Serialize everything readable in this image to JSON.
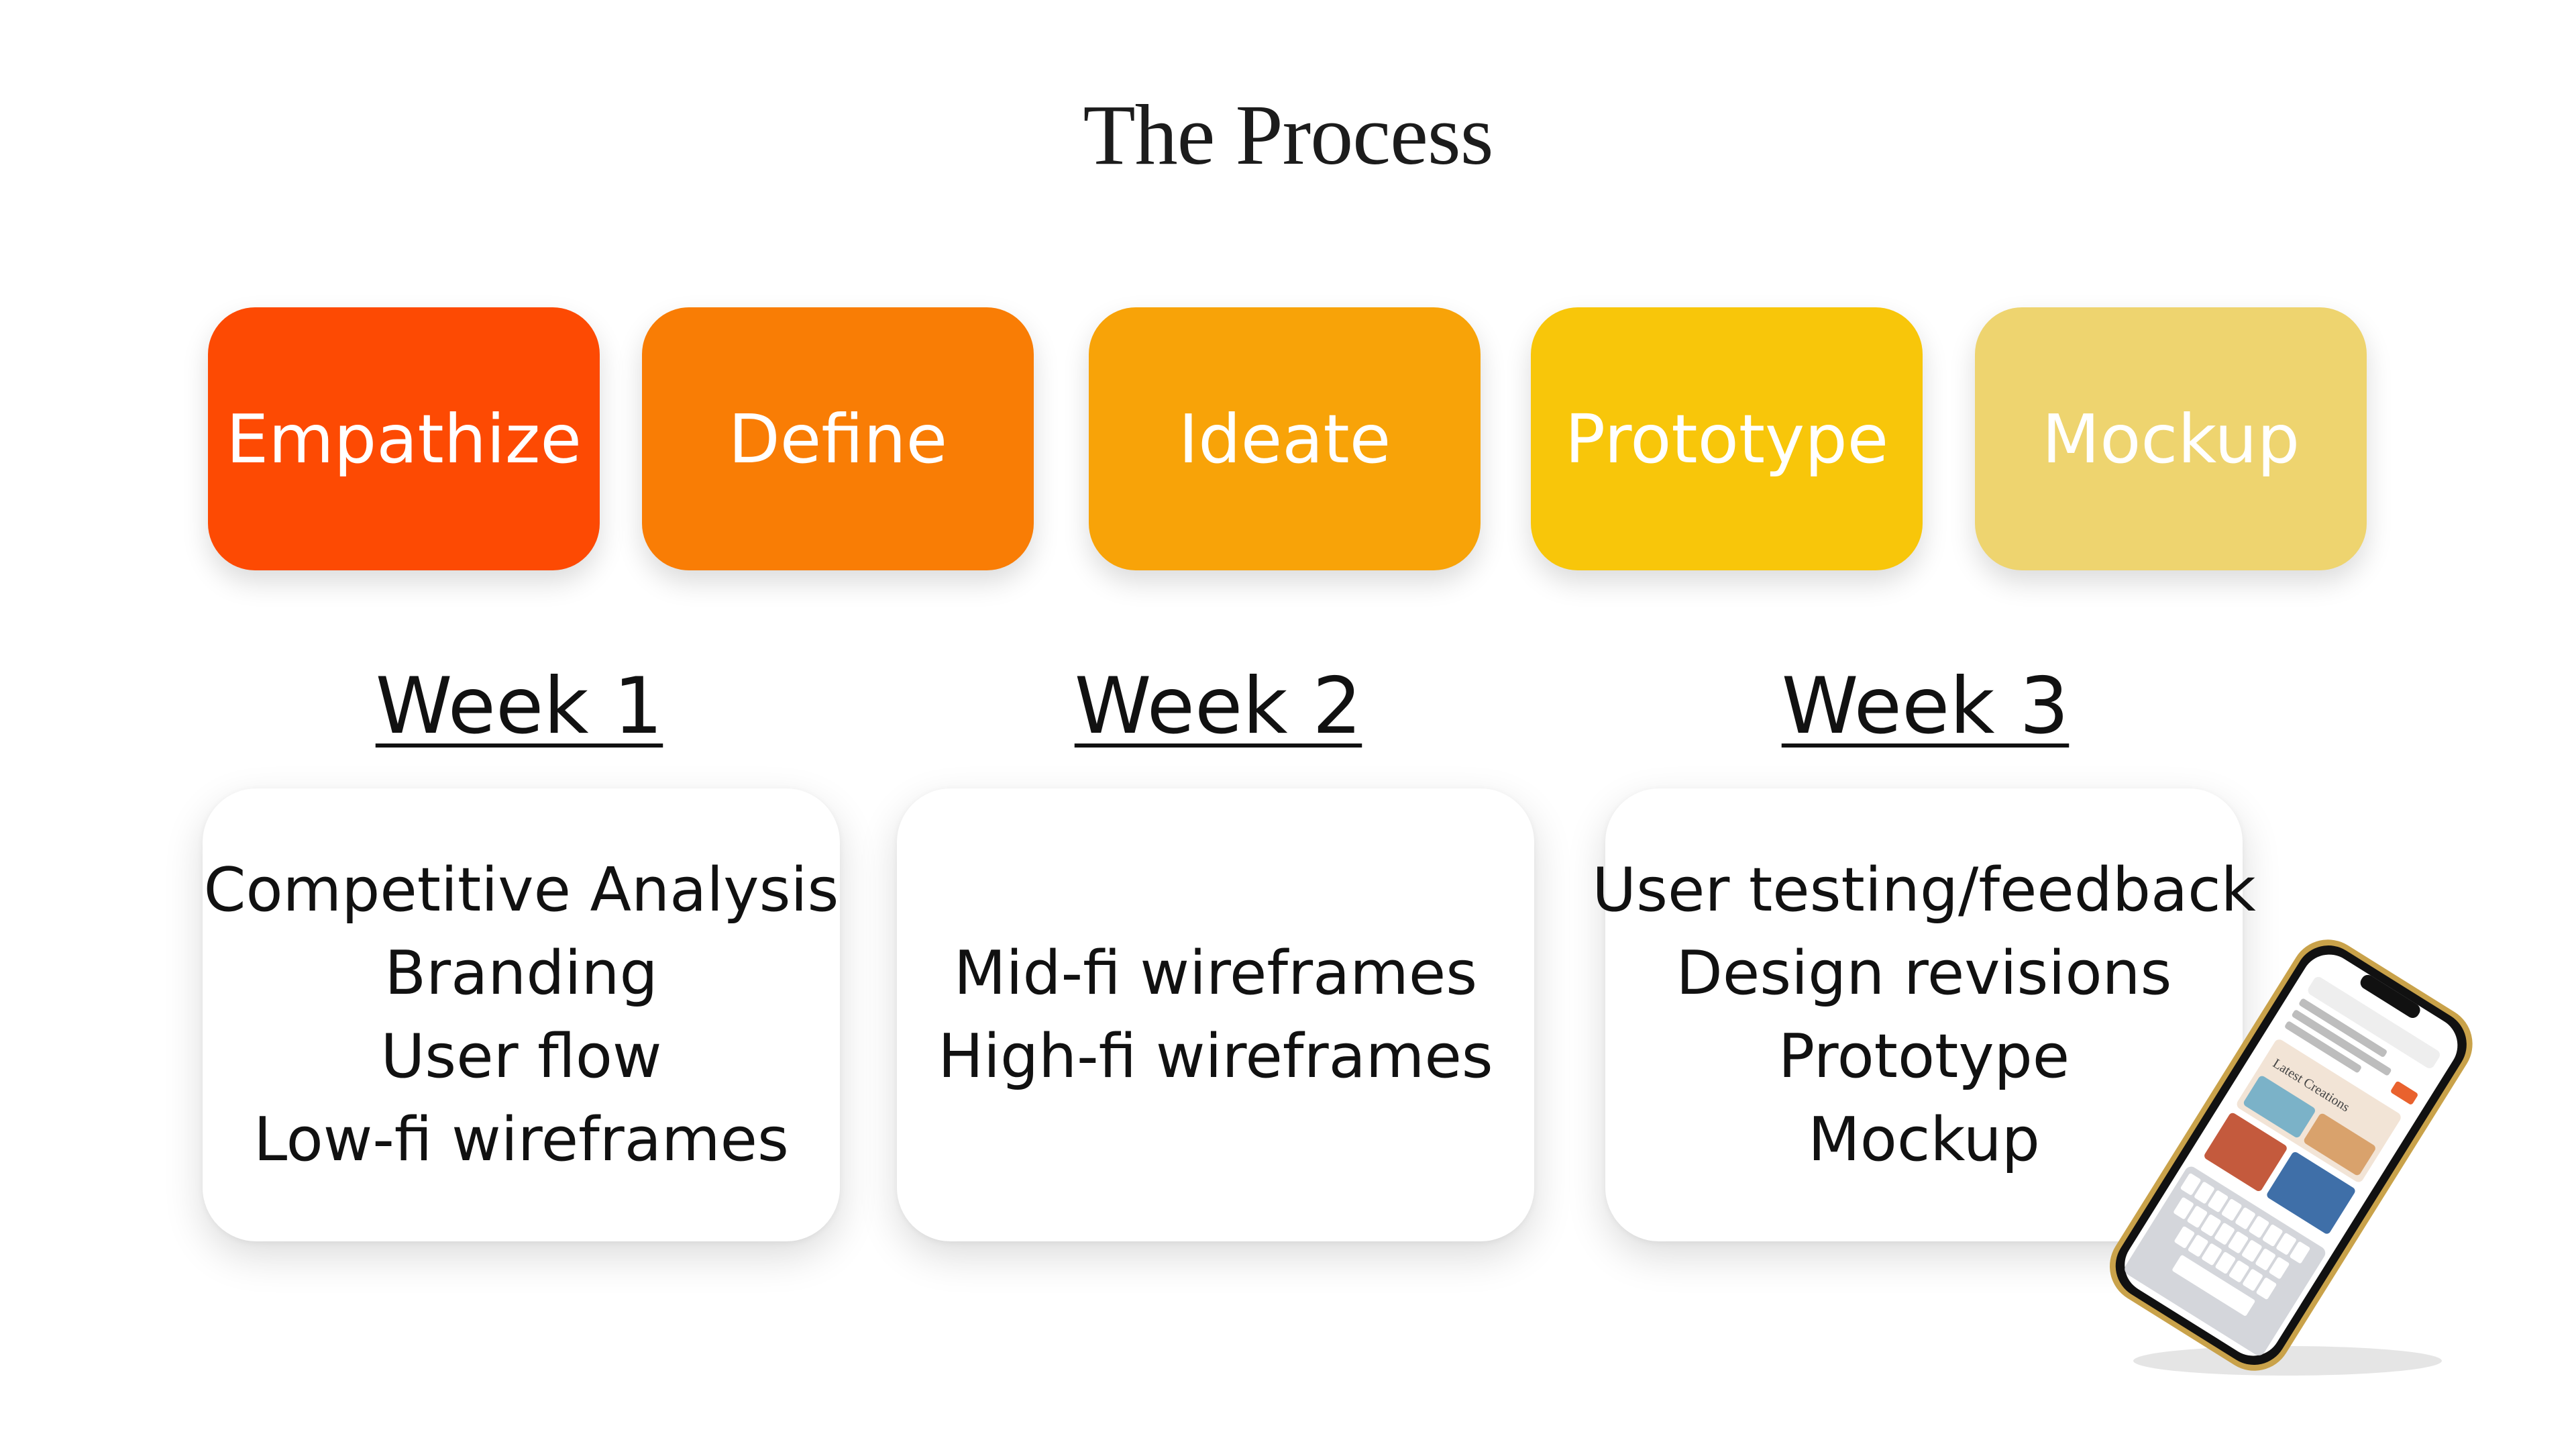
{
  "title": "The Process",
  "stages": [
    {
      "label": "Empathize",
      "color": "#FD4A03"
    },
    {
      "label": "Define",
      "color": "#F97D05"
    },
    {
      "label": "Ideate",
      "color": "#F8A308"
    },
    {
      "label": "Prototype",
      "color": "#F8C60A"
    },
    {
      "label": "Mockup",
      "color": "#EED46F"
    }
  ],
  "weeks": [
    {
      "heading": "Week 1",
      "items": [
        "Competitive Analysis",
        "Branding",
        "User flow",
        "Low-fi wireframes"
      ]
    },
    {
      "heading": "Week 2",
      "items": [
        "Mid-fi wireframes",
        "High-fi wireframes"
      ]
    },
    {
      "heading": "Week 3",
      "items": [
        "User testing/feedback",
        "Design revisions",
        "Prototype",
        "Mockup"
      ]
    }
  ],
  "phone": {
    "screen_heading": "Latest Creations",
    "accent_color": "#E9622E",
    "frame_color": "#C9A24A"
  }
}
